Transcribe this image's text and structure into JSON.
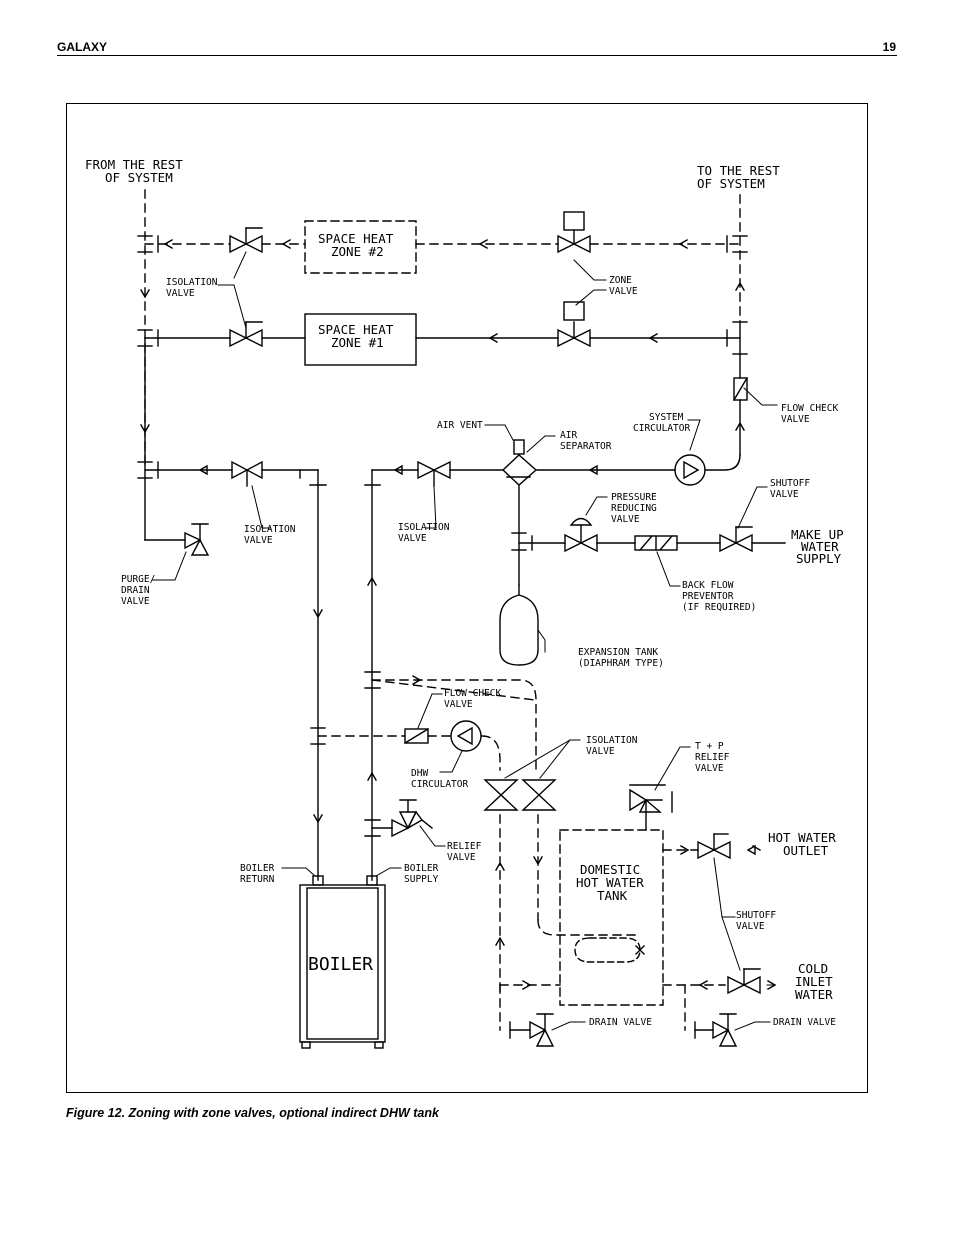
{
  "header": {
    "title": "GALAXY",
    "page_number": "19"
  },
  "caption": "Figure 12. Zoning with zone valves, optional indirect DHW tank",
  "labels": {
    "from_rest": [
      "FROM THE REST",
      "OF SYSTEM"
    ],
    "to_rest": [
      "TO THE REST",
      "OF SYSTEM"
    ],
    "zone2": [
      "SPACE HEAT",
      "ZONE #2"
    ],
    "zone1": [
      "SPACE HEAT",
      "ZONE #1"
    ],
    "isolation_valve_top": [
      "ISOLATION",
      "VALVE"
    ],
    "zone_valve": [
      "ZONE",
      "VALVE"
    ],
    "flow_check_top": [
      "FLOW CHECK",
      "VALVE"
    ],
    "system_circulator": [
      "SYSTEM",
      "CIRCULATOR"
    ],
    "air_vent": "AIR VENT",
    "air_separator": [
      "AIR",
      "SEPARATOR"
    ],
    "isolation_left": [
      "ISOLATION",
      "VALVE"
    ],
    "isolation_mid": [
      "ISOLATION",
      "VALVE"
    ],
    "pressure_reducing": [
      "PRESSURE",
      "REDUCING",
      "VALVE"
    ],
    "shutoff_top": [
      "SHUTOFF",
      "VALVE"
    ],
    "make_up": [
      "MAKE UP",
      "WATER",
      "SUPPLY"
    ],
    "purge_drain": [
      "PURGE/",
      "DRAIN",
      "VALVE"
    ],
    "back_flow": [
      "BACK FLOW",
      "PREVENTOR",
      "(IF REQUIRED)"
    ],
    "expansion_tank": [
      "EXPANSION TANK",
      "(DIAPHRAM TYPE)"
    ],
    "flow_check_dhw": [
      "FLOW CHECK",
      "VALVE"
    ],
    "dhw_circulator": [
      "DHW",
      "CIRCULATOR"
    ],
    "isolation_dhw": [
      "ISOLATION",
      "VALVE"
    ],
    "tp_relief": [
      "T + P",
      "RELIEF",
      "VALVE"
    ],
    "relief_valve": [
      "RELIEF",
      "VALVE"
    ],
    "hot_water_outlet": [
      "HOT WATER",
      "OUTLET"
    ],
    "boiler_return": [
      "BOILER",
      "RETURN"
    ],
    "boiler_supply": [
      "BOILER",
      "SUPPLY"
    ],
    "domestic_tank": [
      "DOMESTIC",
      "HOT WATER",
      "TANK"
    ],
    "boiler": "BOILER",
    "shutoff_dhw": [
      "SHUTOFF",
      "VALVE"
    ],
    "cold_inlet": [
      "COLD",
      "INLET",
      "WATER"
    ],
    "drain_valve_left": "DRAIN VALVE",
    "drain_valve_right": "DRAIN VALVE"
  }
}
